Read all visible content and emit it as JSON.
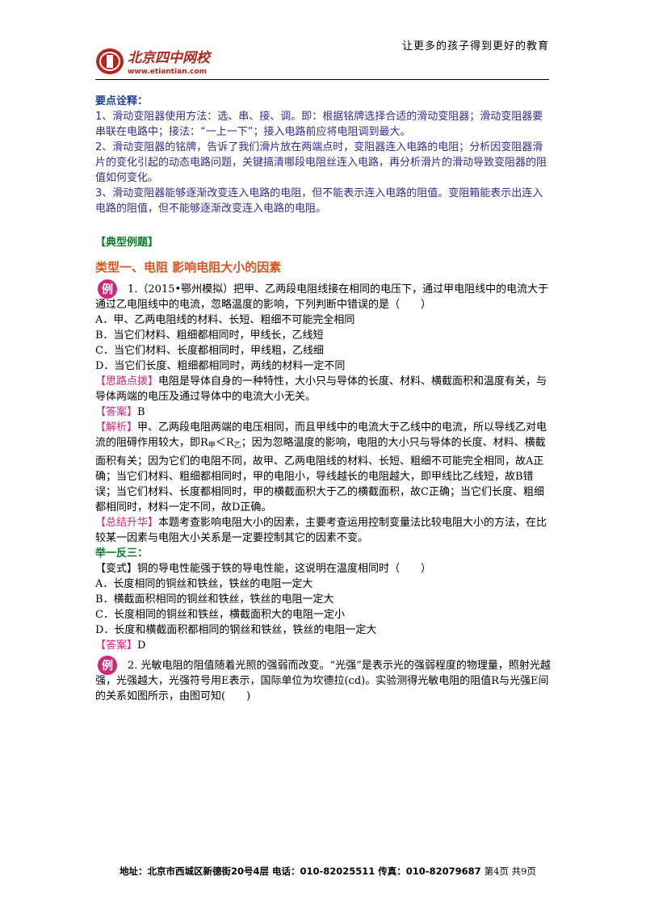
{
  "header": {
    "logo_name": "北京四中网校",
    "logo_url": "www.etiantian.com",
    "slogan": "让更多的孩子得到更好的教育"
  },
  "points": {
    "title": "要点诠释：",
    "p1": "1、滑动变阻器使用方法：选、串、接、调。即：根据铭牌选择合适的滑动变阻器；滑动变阻器要串联在电路中；接法：“一上一下”；接入电路前应将电阻调到最大。",
    "p2": "2、滑动变阻器的铭牌，告诉了我们滑片放在两端点时，变阻器连入电路的电阻；分析因变阻器滑片的变化引起的动态电路问题，关键搞清哪段电阻丝连入电路，再分析滑片的滑动导致变阻器的阻值如何变化。",
    "p3": "3、滑动变阻器能够逐渐改变连入电路的电阻，但不能表示连入电路的阻值。变阻箱能表示出连入电路的阻值，但不能够逐渐改变连入电路的电阻。"
  },
  "examples_title": "【典型例题】",
  "type1_title": "类型一、电阻  影响电阻大小的因素",
  "example_icon_label": "例",
  "q1": {
    "stem": "1.（2015•鄂州模拟）把甲、乙两段电阻线接在相同的电压下，通过甲电阻线中的电流大于通过乙电阻线中的电流，忽略温度的影响，下列判断中错误的是（　　）",
    "options": [
      "A．甲、乙两电阻线的材料、长短、粗细不可能完全相同",
      "B．当它们材料、粗细都相同时，甲线长，乙线短",
      "C．当它们材料、长度都相同时，甲线粗，乙线细",
      "D．当它们长度、粗细都相同时，两线的材料一定不同"
    ],
    "idea_tag": "【思路点拨】",
    "idea": "电阻是导体自身的一种特性，大小只与导体的长度、材料、横截面积和温度有关，与导体两端的电压及通过导体中的电流大小无关。",
    "answer_tag": "【答案】",
    "answer": "B",
    "analysis_tag": "【解析】",
    "analysis_a": "甲、乙两段电阻两端的电压相同，而且甲线中的电流大于乙线中的电流，所以导线乙对电流的阻碍作用较大，即R",
    "analysis_sub1": "甲",
    "analysis_lt": "＜R",
    "analysis_sub2": "乙",
    "analysis_b": "；因为忽略温度的影响，电阻的大小只与导体的长度、材料、横截面积有关；因为它们的电阻不同，故甲、乙两电阻线的材料、长短、粗细不可能完全相同，故A正确；当它们材料、粗细都相同时，甲的电阻小，导线越长的电阻越大，即甲线比乙线短，故B错误；当它们材料、长度都相同时，甲的横截面积大于乙的横截面积，故C正确；当它们长度、粗细都相同时，材料一定不同，故D正确。",
    "summary_tag": "【总结升华】",
    "summary": "本题考查影响电阻大小的因素，主要考查运用控制变量法比较电阻大小的方法，在比较某一因素与电阻大小关系是一定要控制其它的因素不变。"
  },
  "variant": {
    "title": "举一反三：",
    "stem": "【变式】铜的导电性能强于铁的导电性能，这说明在温度相同时（　　）",
    "options": [
      "A．长度相同的铜丝和铁丝，铁丝的电阻一定大",
      "B．横截面积相同的铜丝和铁丝，铁丝的电阻一定大",
      "C．长度相同的铜丝和铁丝，横截面积大的电阻一定小",
      "D．长度和横截面积都相同的钢丝和铁丝，铁丝的电阻一定大"
    ],
    "answer_tag": "【答案】",
    "answer": "D"
  },
  "q2": {
    "stem": "2. 光敏电阻的阻值随着光照的强弱而改变。“光强”是表示光的强弱程度的物理量，照射光越强，光强越大，光强符号用E表示，国际单位为坎德拉(cd)。实验测得光敏电阻的阻值R与光强E间的关系如图所示，由图可知(　　)"
  },
  "footer": {
    "text": "地址：北京市西城区新德街20号4层  电话：010-82025511  传真：010-82079687",
    "page": "第4页  共9页"
  },
  "colors": {
    "blue_text": "#2f2d8f",
    "tag_pink": "#d4237a",
    "type_orange": "#d9541e",
    "green": "#0b7a2c",
    "logo_red": "#b5241d"
  }
}
